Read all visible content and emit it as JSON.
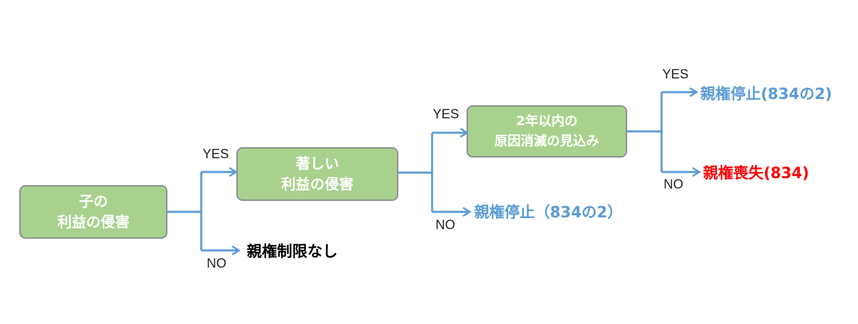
{
  "colors": {
    "node_fill": "#a9d18e",
    "node_border": "#8a8f93",
    "connector": "#5b9bd5",
    "outcome_blue": "#5b9bd5",
    "outcome_red": "#ff0000",
    "outcome_black": "#000000"
  },
  "nodes": {
    "n1": {
      "line1": "子の",
      "line2": "利益の侵害"
    },
    "n2": {
      "line1": "著しい",
      "line2": "利益の侵害"
    },
    "n3": {
      "line1": "2年以内の",
      "line2": "原因消滅の見込み"
    }
  },
  "labels": {
    "yes": "YES",
    "no": "NO"
  },
  "outcomes": {
    "no_restriction": "親権制限なし",
    "suspension_mid": "親権停止（834の2）",
    "suspension_top": "親権停止(834の2)",
    "forfeiture": "親権喪失(834)"
  }
}
